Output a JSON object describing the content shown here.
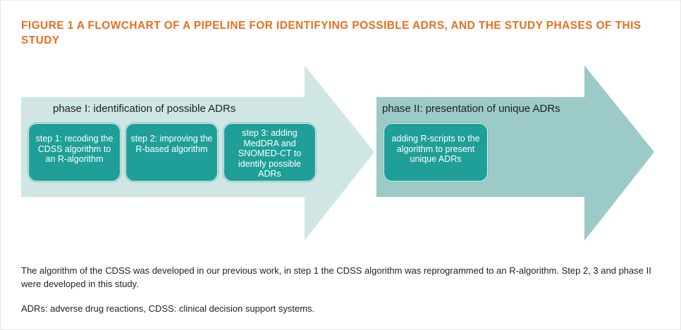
{
  "figure": {
    "title": "FIGURE 1 A FLOWCHART OF A PIPELINE FOR IDENTIFYING POSSIBLE ADRS, AND THE STUDY PHASES OF THIS STUDY"
  },
  "colors": {
    "title": "#e8701e",
    "arrow_phase1": "#cfe6e4",
    "arrow_phase2": "#9ccac7",
    "step_box": "#1f9f98"
  },
  "phase1": {
    "label": "phase I: identification of possible ADRs",
    "steps": [
      "step 1: recoding the CDSS algorithm to an R-algorithm",
      "step 2: improving the R-based algorithm",
      "step 3: adding MedDRA and SNOMED-CT to identify possible ADRs"
    ]
  },
  "phase2": {
    "label": "phase II: presentation of unique ADRs",
    "steps": [
      "adding R-scripts to the algorithm to present unique ADRs"
    ]
  },
  "caption": {
    "main": "The algorithm of the CDSS was developed in our previous work, in step 1 the CDSS algorithm was reprogrammed to an R-algorithm. Step 2, 3 and phase II were developed in this study.",
    "abbreviations": "ADRs: adverse drug reactions, CDSS: clinical decision support systems."
  }
}
